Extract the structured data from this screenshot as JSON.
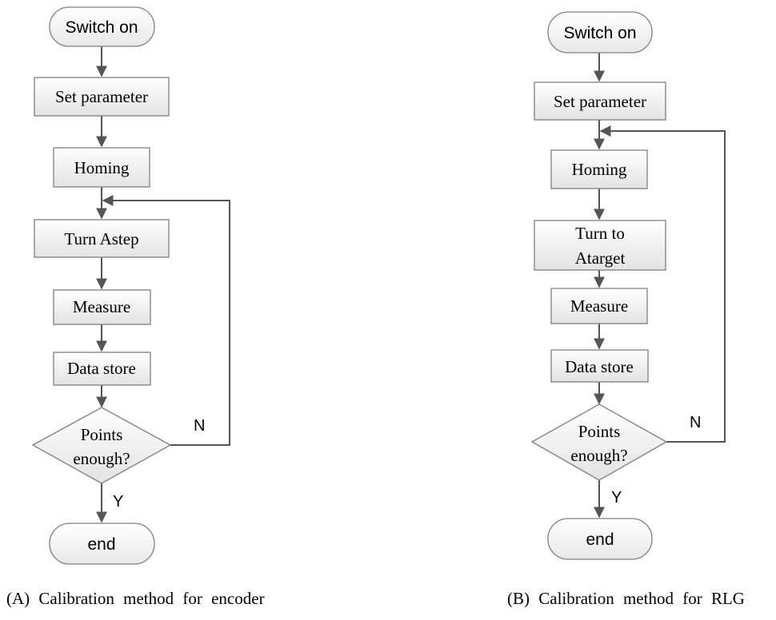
{
  "diagram_a": {
    "start": "Switch on",
    "set_parameter": "Set parameter",
    "homing": "Homing",
    "turn": "Turn Astep",
    "measure": "Measure",
    "data_store": "Data store",
    "decision_line1": "Points",
    "decision_line2": "enough?",
    "no_label": "N",
    "yes_label": "Y",
    "end": "end",
    "caption": "(A) Calibration method for encoder"
  },
  "diagram_b": {
    "start": "Switch on",
    "set_parameter": "Set parameter",
    "homing": "Homing",
    "turn_line1": "Turn to",
    "turn_line2": "Atarget",
    "measure": "Measure",
    "data_store": "Data store",
    "decision_line1": "Points",
    "decision_line2": "enough?",
    "no_label": "N",
    "yes_label": "Y",
    "end": "end",
    "caption": "(B) Calibration method for RLG"
  }
}
